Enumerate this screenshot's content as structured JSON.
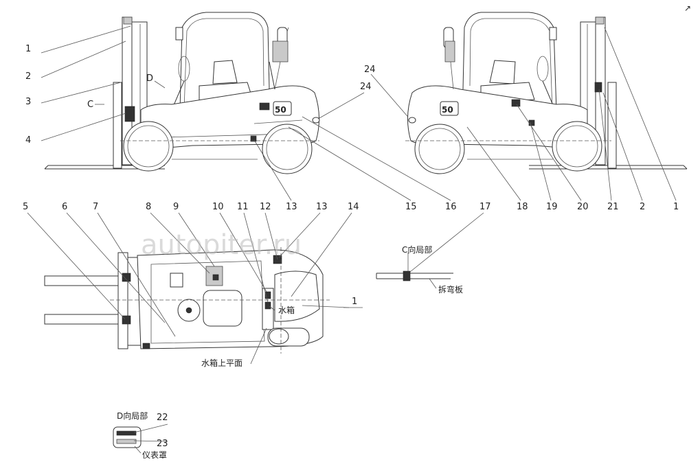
{
  "watermark": "autopiter.ru",
  "top_left_labels": [
    "1",
    "2",
    "3",
    "4"
  ],
  "view_letters": {
    "c": "C",
    "d": "D"
  },
  "side_view_numbers": [
    "24",
    "24"
  ],
  "bottom_row_labels": [
    "13",
    "15",
    "16",
    "18",
    "19",
    "20",
    "21",
    "2",
    "1"
  ],
  "plan_view_labels": [
    "5",
    "6",
    "7",
    "8",
    "9",
    "10",
    "11",
    "12",
    "13",
    "14",
    "17"
  ],
  "plan_view_label_1": "1",
  "text_labels": {
    "c_detail_title": "C向局部",
    "bending_plate": "拆弯板",
    "radiator": "水箱",
    "radiator_top": "水箱上平面",
    "d_detail_title": "D向局部",
    "instrument_cover": "仪表罩"
  },
  "detail_numbers": [
    "22",
    "23"
  ],
  "badge_number": "50",
  "corner_mark": "↗"
}
